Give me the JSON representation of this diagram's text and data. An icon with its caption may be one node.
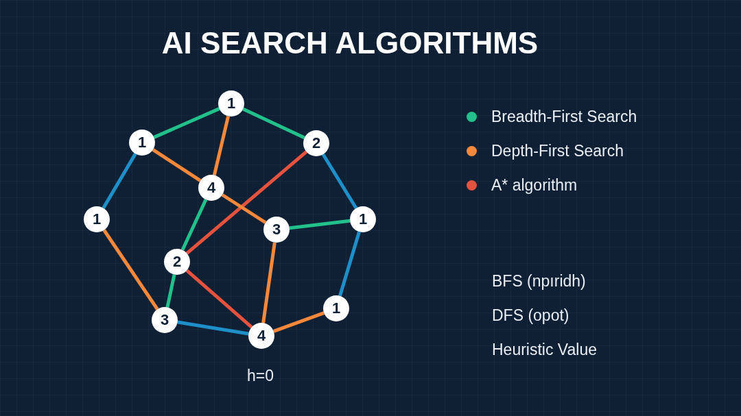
{
  "diagram": {
    "title": "AI SEARCH ALGORITHMS",
    "nodes": [
      {
        "text": [
          "1"
        ]
      },
      {
        "text": [
          "1"
        ]
      },
      {
        "text": [
          "2"
        ]
      },
      {
        "text": [
          "4"
        ]
      },
      {
        "text": [
          "1"
        ]
      },
      {
        "text": [
          "1"
        ]
      },
      {
        "text": [
          "3"
        ]
      },
      {
        "text": [
          "2"
        ]
      },
      {
        "text": [
          "1"
        ]
      },
      {
        "text": [
          "3"
        ]
      },
      {
        "text": [
          "4"
        ]
      }
    ],
    "edges": [
      {
        "from": 0,
        "to": 1,
        "arrow": "none",
        "color": "#22c08a"
      },
      {
        "from": 0,
        "to": 2,
        "arrow": "none",
        "color": "#22c08a"
      },
      {
        "from": 0,
        "to": 3,
        "arrow": "none",
        "color": "#f5883a"
      },
      {
        "from": 1,
        "to": 3,
        "arrow": "none",
        "color": "#f5883a"
      },
      {
        "from": 1,
        "to": 4,
        "arrow": "none",
        "color": "#1e8fc8"
      },
      {
        "from": 2,
        "to": 5,
        "arrow": "none",
        "color": "#1e8fc8"
      },
      {
        "from": 2,
        "to": 7,
        "arrow": "none",
        "color": "#e5533f"
      },
      {
        "from": 3,
        "to": 6,
        "arrow": "none",
        "color": "#f5883a"
      },
      {
        "from": 3,
        "to": 7,
        "arrow": "none",
        "color": "#22c08a"
      },
      {
        "from": 6,
        "to": 5,
        "arrow": "none",
        "color": "#22c08a"
      },
      {
        "from": 4,
        "to": 9,
        "arrow": "none",
        "color": "#f5883a"
      },
      {
        "from": 7,
        "to": 9,
        "arrow": "none",
        "color": "#22c08a"
      },
      {
        "from": 7,
        "to": 10,
        "arrow": "none",
        "color": "#e5533f"
      },
      {
        "from": 6,
        "to": 10,
        "arrow": "none",
        "color": "#f5883a"
      },
      {
        "from": 5,
        "to": 8,
        "arrow": "none",
        "color": "#1e8fc8"
      },
      {
        "from": 9,
        "to": 10,
        "arrow": "none",
        "color": "#1e8fc8"
      },
      {
        "from": 10,
        "to": 8,
        "arrow": "none",
        "color": "#f5883a"
      }
    ],
    "labels": [
      "h=0",
      "BFS (npıridh)",
      "DFS (opot)",
      "Heuristic Value"
    ],
    "legend": [
      {
        "text": "Breadth-First Search",
        "color": "#22c08a"
      },
      {
        "text": "Depth-First Search",
        "color": "#f5883a"
      },
      {
        "text": "A* algorithm",
        "color": "#e5533f"
      }
    ]
  }
}
